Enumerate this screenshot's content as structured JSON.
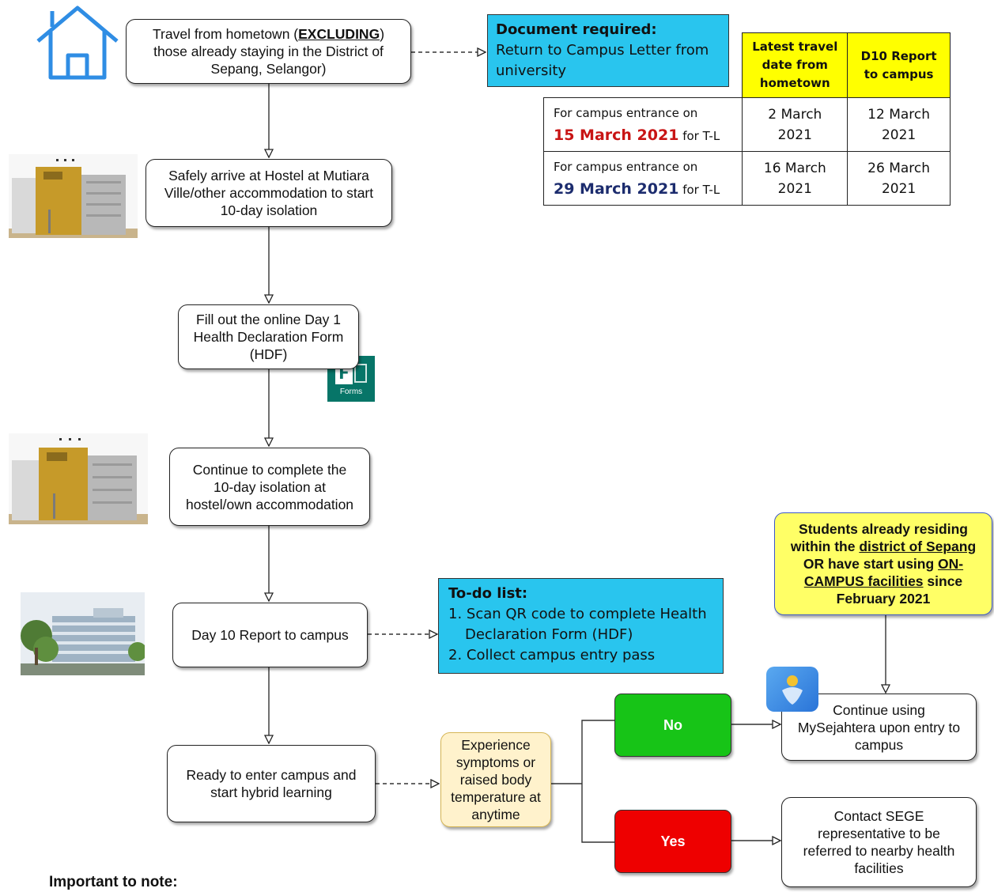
{
  "steps": {
    "travel": {
      "line1_pre": "Travel from hometown (",
      "line1_emph": "EXCLUDING",
      "line2": "those already staying in the District of",
      "line3": "Sepang, Selangor)"
    },
    "arrive": {
      "line1": "Safely arrive at Hostel at Mutiara",
      "line2": "Ville/other accommodation to start",
      "line3": "10-day isolation"
    },
    "fill": {
      "line1": "Fill out the online Day 1",
      "line2": "Health Declaration Form",
      "line3": "(HDF)"
    },
    "continue_isolation": {
      "line1": "Continue to complete the",
      "line2": "10-day isolation at",
      "line3": "hostel/own accommodation"
    },
    "day10": {
      "line1": "Day 10 Report to campus"
    },
    "ready": {
      "line1": "Ready to enter campus and",
      "line2": "start hybrid learning"
    },
    "symptoms": {
      "line1": "Experience",
      "line2": "symptoms or",
      "line3": "raised body",
      "line4": "temperature at",
      "line5": "anytime"
    },
    "no": {
      "label": "No"
    },
    "yes": {
      "label": "Yes"
    },
    "mysejahtera": {
      "line1": "Continue using",
      "line2": "MySejahtera upon entry to",
      "line3": "campus"
    },
    "contact": {
      "line1": "Contact SEGE",
      "line2": "representative to be",
      "line3": "referred to nearby health",
      "line4": "facilities"
    },
    "residing": {
      "line1": "Students already residing",
      "line2_pre": "within the ",
      "line2_u": "district of Sepang",
      "line3_pre": "OR have start using ",
      "line3_u": "ON-",
      "line4_u": "CAMPUS facilities",
      "line4_post": " since",
      "line5": "February 2021"
    }
  },
  "document_box": {
    "header": "Document required:",
    "line1": "Return to Campus Letter from",
    "line2": "university"
  },
  "todo_box": {
    "header": "To-do list:",
    "item1_a": "1. Scan QR code to complete Health",
    "item1_b": "Declaration Form (HDF)",
    "item2": "2. Collect campus entry pass"
  },
  "dates_table": {
    "col1_l1": "Latest travel",
    "col1_l2": "date from",
    "col1_l3": "hometown",
    "col2_l1": "D10 Report",
    "col2_l2": "to campus",
    "rows": [
      {
        "label_a": "For campus entrance on",
        "label_date": "15 March 2021",
        "label_suffix": " for T-L",
        "travel_l1": "2 March",
        "travel_l2": "2021",
        "report_l1": "12 March",
        "report_l2": "2021"
      },
      {
        "label_a": "For campus entrance on",
        "label_date": "29 March 2021",
        "label_suffix": " for T-L",
        "travel_l1": "16 March",
        "travel_l2": "2021",
        "report_l1": "26 March",
        "report_l2": "2021"
      }
    ]
  },
  "forms_icon": {
    "label": "Forms"
  },
  "footer": {
    "note": "Important to note:"
  },
  "colors": {
    "cyan": "#29c5ee",
    "yellow": "#ffff00",
    "note_yellow": "#ffff66",
    "note_border": "#3b57c9",
    "no_green": "#17c417",
    "yes_red": "#ee0000",
    "symptom_fill": "#fff2cc",
    "symptom_border": "#d6b656",
    "house_blue": "#2f8de4",
    "forms_green": "#077568",
    "date_red": "#c81414",
    "date_navy": "#1c2c6e"
  },
  "icons": [
    "house-icon",
    "hostel-photo",
    "forms-icon",
    "campus-photo",
    "mysejahtera-icon"
  ]
}
